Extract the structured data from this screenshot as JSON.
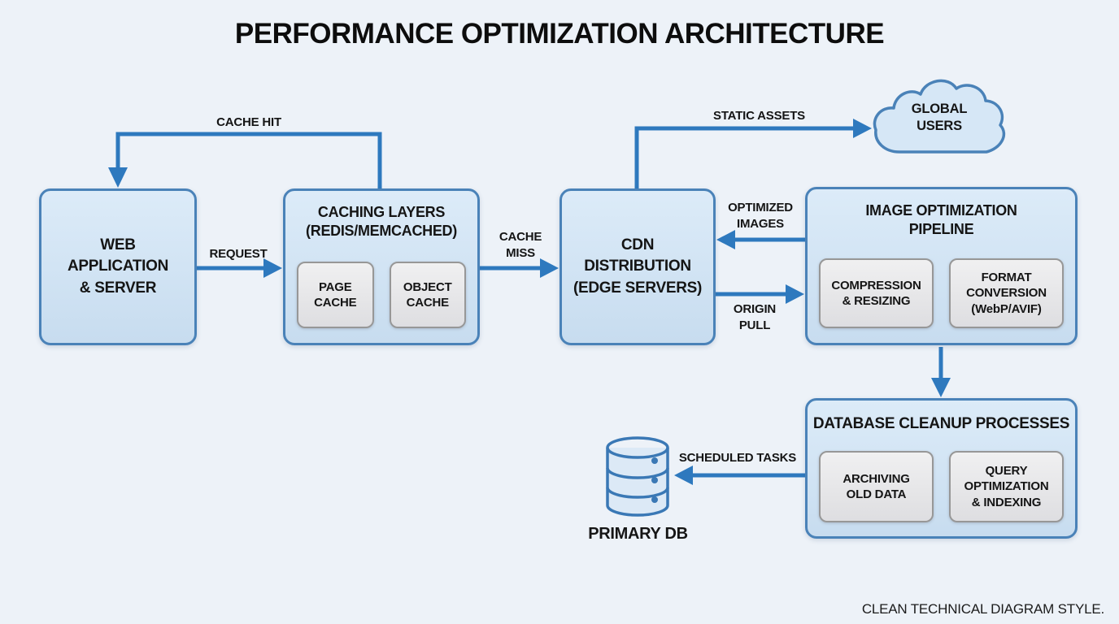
{
  "title": "PERFORMANCE OPTIMIZATION ARCHITECTURE",
  "footer": "CLEAN TECHNICAL DIAGRAM STYLE.",
  "colors": {
    "bg": "#EDF2F8",
    "arrow": "#2E79BE",
    "box_border": "#4A82B8",
    "box_fill_top": "#DCEBF8",
    "box_fill_bottom": "#C7DCEF",
    "subbox_border": "#979797",
    "text": "#151515"
  },
  "nodes": {
    "web_app": {
      "label": "WEB\nAPPLICATION\n& SERVER"
    },
    "caching": {
      "label": "CACHING LAYERS\n(REDIS/MEMCACHED)",
      "children": [
        {
          "label": "PAGE\nCACHE"
        },
        {
          "label": "OBJECT\nCACHE"
        }
      ]
    },
    "cdn": {
      "label": "CDN\nDISTRIBUTION\n(EDGE SERVERS)"
    },
    "image_pipeline": {
      "label": "IMAGE OPTIMIZATION\nPIPELINE",
      "children": [
        {
          "label": "COMPRESSION\n& RESIZING"
        },
        {
          "label": "FORMAT\nCONVERSION\n(WebP/AVIF)"
        }
      ]
    },
    "db_cleanup": {
      "label": "DATABASE CLEANUP PROCESSES",
      "children": [
        {
          "label": "ARCHIVING\nOLD DATA"
        },
        {
          "label": "QUERY\nOPTIMIZATION\n& INDEXING"
        }
      ]
    },
    "global_users": {
      "label": "GLOBAL\nUSERS"
    },
    "primary_db": {
      "label": "PRIMARY DB"
    }
  },
  "edge_labels": {
    "cache_hit": "CACHE HIT",
    "request": "REQUEST",
    "cache_miss": "CACHE\nMISS",
    "static_assets": "STATIC ASSETS",
    "optimized_images": "OPTIMIZED\nIMAGES",
    "origin_pull": "ORIGIN\nPULL",
    "scheduled_tasks": "SCHEDULED TASKS"
  }
}
